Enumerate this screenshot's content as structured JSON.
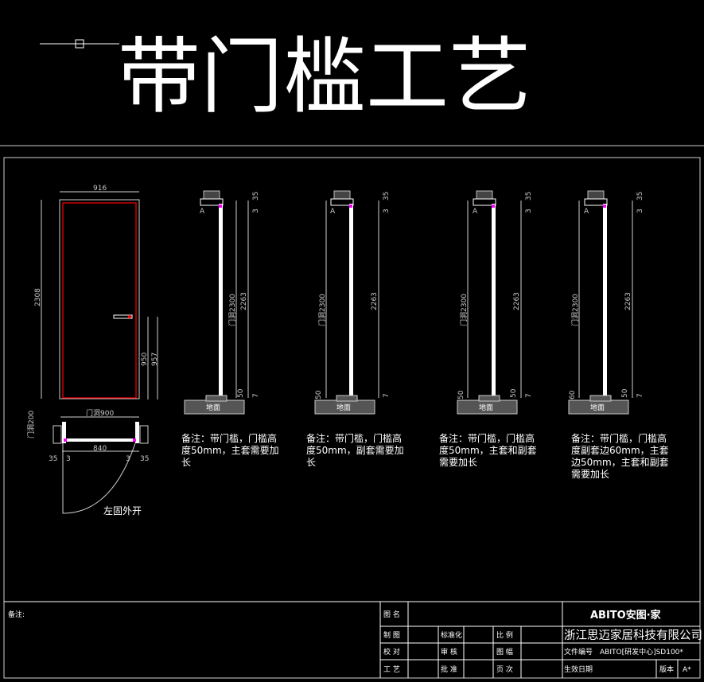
{
  "title": "带门槛工艺",
  "door_elevation": {
    "width_dim": "916",
    "height_dim": "2308",
    "handle_dim_1": "950",
    "handle_dim_2": "957",
    "colors": {
      "frame": "#ff0000",
      "hardware": "#ff00ff"
    }
  },
  "door_plan": {
    "opening_width": "门洞900",
    "wall_depth": "门洞200",
    "inner_width": "840",
    "left_dims": [
      "35",
      "3"
    ],
    "right_dims": [
      "3",
      "35"
    ],
    "swing_label": "左固外开"
  },
  "sections": [
    {
      "door_hole": "门洞2300",
      "height": "2263",
      "top_dims": [
        "35",
        "3"
      ],
      "bottom_left": "",
      "bottom_right": "50",
      "bottom_end": "7",
      "ground": "地面",
      "marker": "A",
      "note": "备注：带门槛，门槛高度50mm，主套需要加长"
    },
    {
      "door_hole": "门洞2300",
      "height": "2263",
      "top_dims": [
        "35",
        "3"
      ],
      "bottom_left": "50",
      "bottom_right": "",
      "bottom_end": "7",
      "ground": "地面",
      "marker": "A",
      "note": "备注：带门槛，门槛高度50mm，副套需要加长"
    },
    {
      "door_hole": "门洞2300",
      "height": "2263",
      "top_dims": [
        "35",
        "3"
      ],
      "bottom_left": "50",
      "bottom_right": "50",
      "bottom_end": "7",
      "ground": "地面",
      "marker": "A",
      "note": "备注：带门槛，门槛高度50mm，主套和副套需要加长"
    },
    {
      "door_hole": "门洞2300",
      "height": "2263",
      "top_dims": [
        "35",
        "3"
      ],
      "bottom_left": "60",
      "bottom_right": "50",
      "bottom_end": "7",
      "ground": "地面",
      "marker": "A",
      "note": "备注：带门槛，门槛高度副套边60mm，主套边50mm，主套和副套需要加长"
    }
  ],
  "title_block": {
    "remarks_label": "备注:",
    "drawing_name": "图 名",
    "drawn_by": "制 图",
    "checked": "校 对",
    "process": "工 艺",
    "standardization": "标准化",
    "review": "审 核",
    "approve": "批 准",
    "scale": "比 例",
    "sheet_size": "图 幅",
    "page": "页 次",
    "brand": "ABITO安图·家",
    "company": "浙江思迈家居科技有限公司",
    "file_no_label": "文件编号",
    "file_no": "ABITO[研发中心]SD100*",
    "effective_date_label": "生效日期",
    "version_label": "版本",
    "version": "A*"
  }
}
